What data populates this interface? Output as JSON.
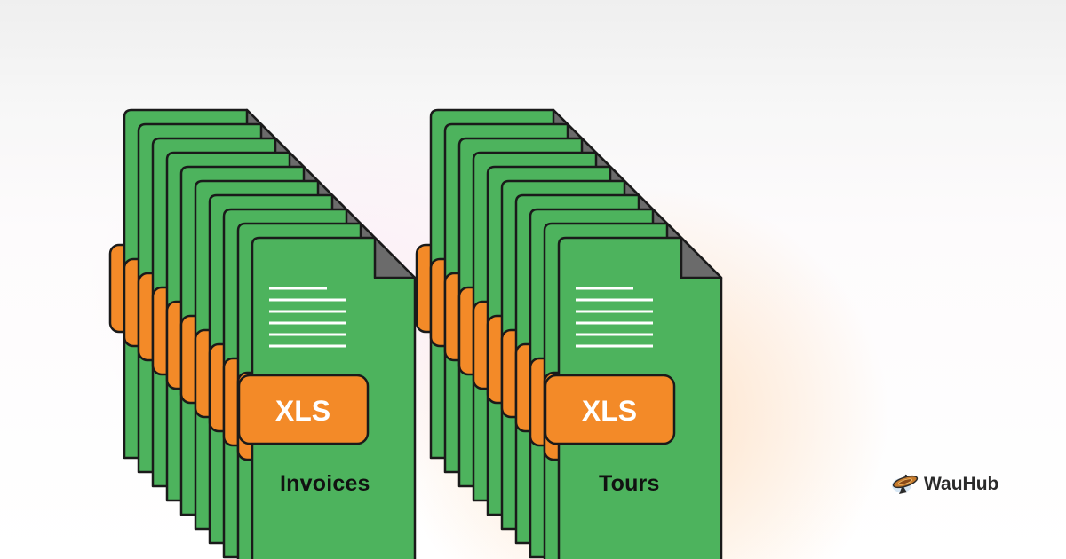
{
  "stacks": [
    {
      "name": "invoices",
      "label": "Invoices",
      "badge": "XLS",
      "file_count": 10
    },
    {
      "name": "tours",
      "label": "Tours",
      "badge": "XLS",
      "file_count": 10
    }
  ],
  "brand": {
    "name": "WauHub",
    "icon": "kayak-logo-icon"
  },
  "colors": {
    "file_green": "#4db35d",
    "badge_orange": "#f38a28",
    "fold_gray": "#6b6b6b",
    "outline": "#1a1a1a",
    "text_lines": "#ffffff"
  }
}
